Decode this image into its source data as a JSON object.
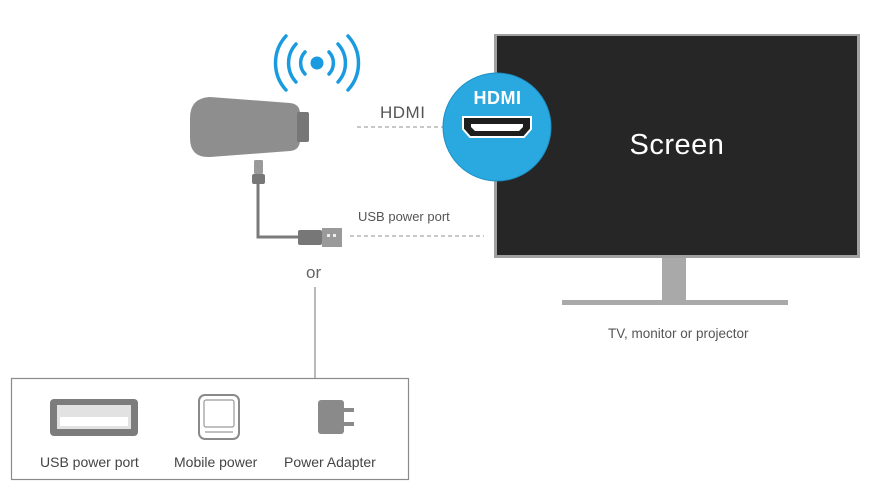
{
  "connections": {
    "hdmi_label": "HDMI",
    "usb_label": "USB power port",
    "or_label": "or"
  },
  "hdmi_badge": {
    "text": "HDMI",
    "color": "#2aa8e0"
  },
  "display": {
    "screen_text": "Screen",
    "caption": "TV, monitor or projector",
    "screen_color": "#262626",
    "stand_color": "#a9a9a9"
  },
  "power_options": [
    {
      "label": "USB power port",
      "icon": "usb-port-icon"
    },
    {
      "label": "Mobile power",
      "icon": "power-bank-icon"
    },
    {
      "label": "Power Adapter",
      "icon": "power-adapter-icon"
    }
  ],
  "colors": {
    "wifi": "#1a9be0",
    "dongle": "#888888",
    "cable": "#777777"
  }
}
